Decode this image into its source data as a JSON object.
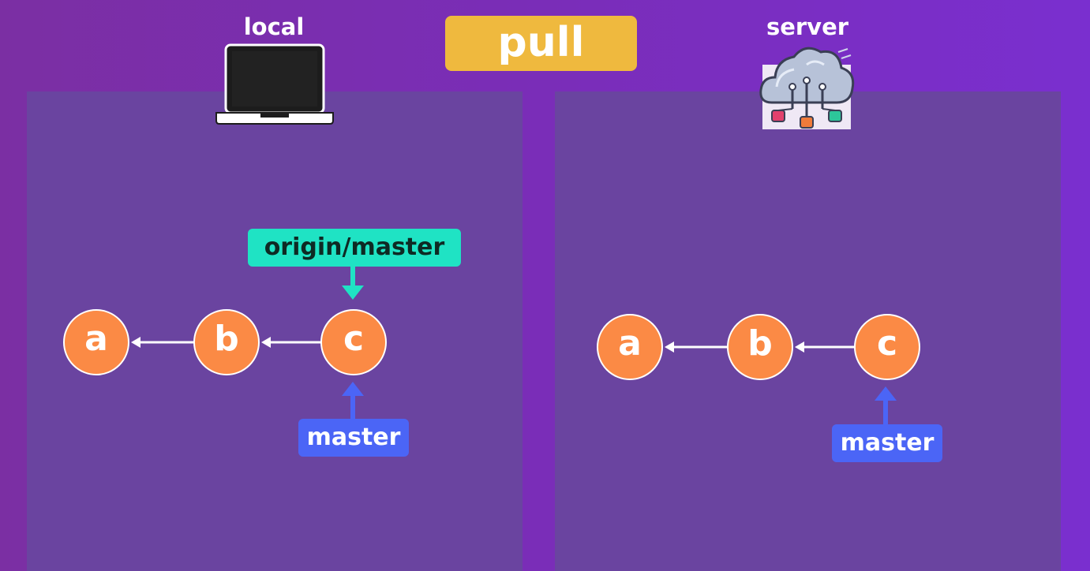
{
  "title": "pull",
  "local": {
    "label": "local",
    "icon": "laptop-icon",
    "commits": [
      "a",
      "b",
      "c"
    ],
    "remote_pointer": "origin/master",
    "branch_pointer": "master"
  },
  "server": {
    "label": "server",
    "icon": "cloud-server-icon",
    "commits": [
      "a",
      "b",
      "c"
    ],
    "branch_pointer": "master"
  },
  "colors": {
    "background": "#7a2db8",
    "panel": "#6a44a0",
    "title_box": "#efb93e",
    "commit": "#fb8a45",
    "remote_pointer": "#1fe3c4",
    "branch_pointer": "#4b65f6"
  }
}
